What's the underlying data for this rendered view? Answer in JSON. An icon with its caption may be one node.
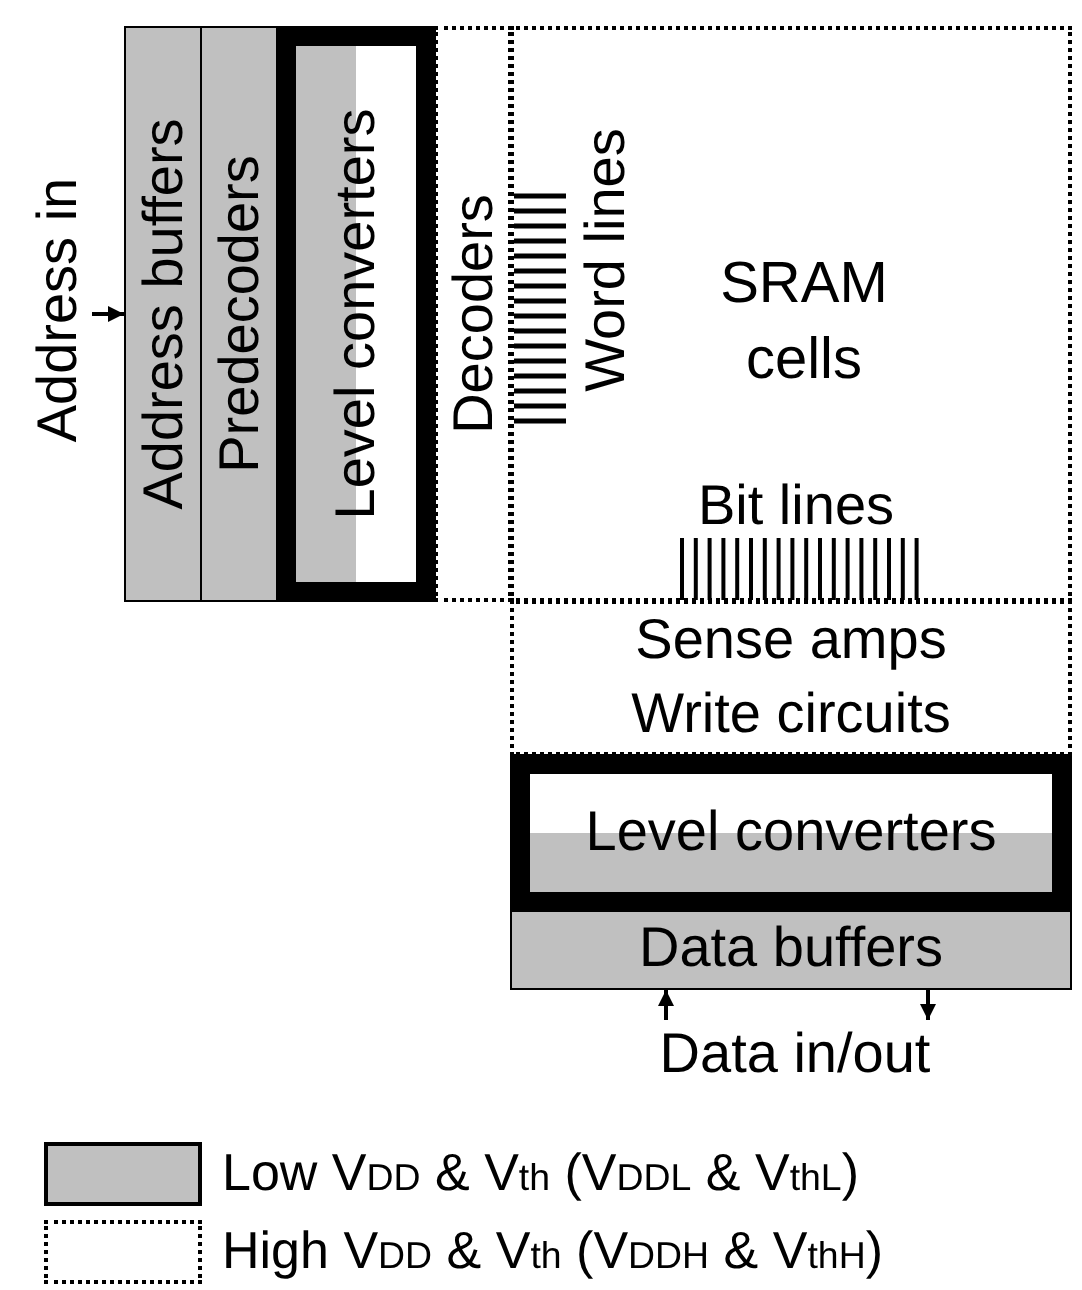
{
  "diagram": {
    "nodes": [
      {
        "text": [
          "Address buffers"
        ]
      },
      {
        "text": [
          "Predecoders"
        ]
      },
      {
        "text": [
          "Level converters"
        ]
      },
      {
        "text": [
          "Decoders"
        ]
      },
      {
        "text": [
          "SRAM cells"
        ]
      },
      {
        "text": [
          "Sense amps",
          "Write circuits"
        ]
      },
      {
        "text": [
          "Level converters"
        ]
      },
      {
        "text": [
          "Data buffers"
        ]
      },
      {
        "text": [
          "Address in"
        ]
      },
      {
        "text": [
          "Data in/out"
        ]
      }
    ],
    "edges": [
      {
        "from": 8,
        "to": 0,
        "arrow": "to"
      },
      {
        "from": 9,
        "to": 7,
        "arrow": "to"
      },
      {
        "from": 7,
        "to": 9,
        "arrow": "to"
      }
    ],
    "labels": [
      "Word lines",
      "Bit lines"
    ],
    "legend": [
      {
        "text": "Low V$_{DD}$ & V$_{th}$ (V$_{DDL}$ & V$_{thL}$)",
        "color": "#c0c0c0"
      },
      {
        "text": "High V$_{DD}$ & V$_{th}$ (V$_{DDH}$ & V$_{thH}$)"
      }
    ]
  }
}
